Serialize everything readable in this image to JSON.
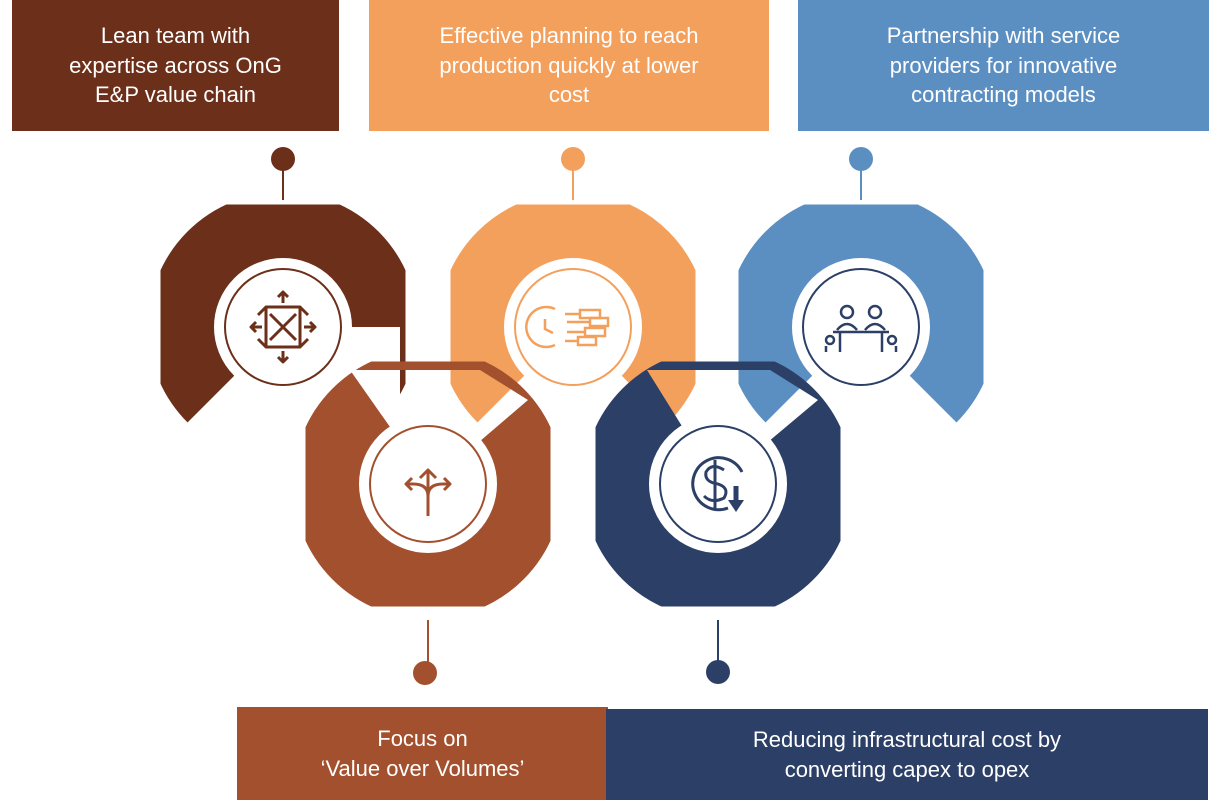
{
  "colors": {
    "lean": "#6b2f1a",
    "focus": "#a3502e",
    "planning": "#f4a05d",
    "reducing": "#2c3f67",
    "partnership": "#5b8fc2"
  },
  "boxes": {
    "lean": [
      "Lean team with",
      "expertise across OnG",
      "E&P value chain"
    ],
    "planning": [
      "Effective planning to reach",
      "production quickly at lower",
      "cost"
    ],
    "partnership": [
      "Partnership with service",
      "providers for innovative",
      "contracting models"
    ],
    "focus": [
      "Focus on",
      "‘Value over Volumes’"
    ],
    "reducing": [
      "Reducing infrastructural cost by",
      "converting capex to opex"
    ]
  },
  "icons": {
    "lean": "arrows-converging-icon",
    "focus": "split-arrows-icon",
    "planning": "timeline-schedule-icon",
    "reducing": "dollar-decrease-icon",
    "partnership": "meeting-table-icon"
  }
}
